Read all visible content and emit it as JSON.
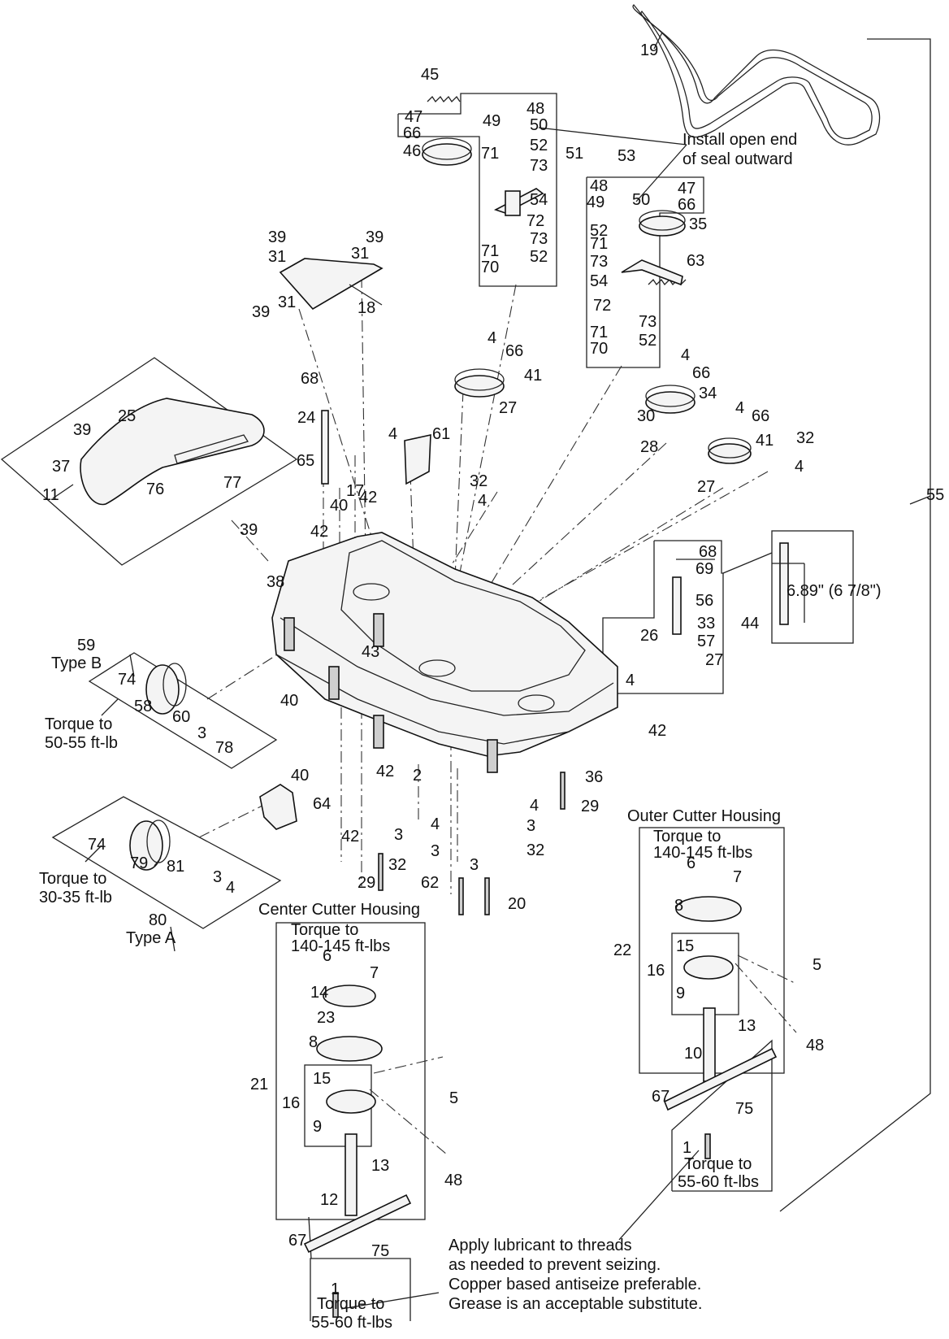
{
  "diagram": {
    "callouts": {
      "c19": "19",
      "c45": "45",
      "c48a": "48",
      "c47a": "47",
      "c49a": "49",
      "c50a": "50",
      "c66a": "66",
      "c71a": "71",
      "c52a": "52",
      "c46": "46",
      "c73a": "73",
      "c51": "51",
      "c54a": "54",
      "c72a": "72",
      "c73b": "73",
      "c71b": "71",
      "c52b": "52",
      "c70a": "70",
      "c53": "53",
      "c48b": "48",
      "c47b": "47",
      "c49b": "49",
      "c50b": "50",
      "c66b": "66",
      "c35": "35",
      "c52c": "52",
      "c71c": "71",
      "c73c": "73",
      "c63": "63",
      "c54b": "54",
      "c72b": "72",
      "c73d": "73",
      "c71d": "71",
      "c52d": "52",
      "c70b": "70",
      "c39a": "39",
      "c39b": "39",
      "c31a": "31",
      "c31b": "31",
      "c31c": "31",
      "c39c": "39",
      "c18": "18",
      "c4a": "4",
      "c66c": "66",
      "c41a": "41",
      "c27a": "27",
      "c4b": "4",
      "c66d": "66",
      "c34": "34",
      "c30": "30",
      "c28": "28",
      "c4c": "4",
      "c66e": "66",
      "c41b": "41",
      "c32a": "32",
      "c4d": "4",
      "c27b": "27",
      "c68a": "68",
      "c24": "24",
      "c65": "65",
      "c25": "25",
      "c39d": "39",
      "c37": "37",
      "c77": "77",
      "c76": "76",
      "c11": "11",
      "c39e": "39",
      "c4e": "4",
      "c61": "61",
      "c42a": "42",
      "c32b": "32",
      "c4f": "4",
      "c17": "17",
      "c40a": "40",
      "c42b": "42",
      "c38": "38",
      "c55": "55",
      "c68b": "68",
      "c69": "69",
      "c56": "56",
      "c33": "33",
      "c26": "26",
      "c57": "57",
      "c44": "44",
      "c27c": "27",
      "c4g": "4",
      "c43": "43",
      "c59": "59",
      "c74a": "74",
      "c58": "58",
      "c60": "60",
      "c40b": "40",
      "c3a": "3",
      "c78": "78",
      "c42c": "42",
      "c40c": "40",
      "c42d": "42",
      "c2": "2",
      "c36": "36",
      "c64": "64",
      "c42e": "42",
      "c4h": "4",
      "c29a": "29",
      "c4i": "4",
      "c3b": "3",
      "c32c": "32",
      "c3c": "3",
      "c32d": "32",
      "c3d": "3",
      "c3e": "3",
      "c29b": "29",
      "c62": "62",
      "c20": "20",
      "c74b": "74",
      "c79": "79",
      "c81": "81",
      "c3f": "3",
      "c4j": "4",
      "c80": "80",
      "c6a": "6",
      "c7a": "7",
      "c14": "14",
      "c23": "23",
      "c8a": "8",
      "c21": "21",
      "c15a": "15",
      "c16a": "16",
      "c9a": "9",
      "c5a": "5",
      "c13a": "13",
      "c48c": "48",
      "c12": "12",
      "c67a": "67",
      "c75a": "75",
      "c1a": "1",
      "c6b": "6",
      "c7b": "7",
      "c8b": "8",
      "c22": "22",
      "c15b": "15",
      "c16b": "16",
      "c9b": "9",
      "c5b": "5",
      "c13b": "13",
      "c48d": "48",
      "c10": "10",
      "c67b": "67",
      "c75b": "75",
      "c1b": "1"
    },
    "notes": {
      "seal_line1": "Install open end",
      "seal_line2": "of seal outward",
      "type_b": "Type B",
      "torque_caster_b_1": "Torque to",
      "torque_caster_b_2": "50-55 ft-lb",
      "torque_caster_a_1": "Torque to",
      "torque_caster_a_2": "30-35 ft-lb",
      "type_a": "Type A",
      "dimension": "6.89\" (6 7/8\")",
      "center_housing": "Center Cutter Housing",
      "center_torque_1": "Torque to",
      "center_torque_2": "140-145 ft-lbs",
      "outer_housing": "Outer Cutter Housing",
      "outer_torque_1": "Torque to",
      "outer_torque_2": "140-145 ft-lbs",
      "blade_torque_center_1": "Torque to",
      "blade_torque_center_2": "55-60 ft-lbs",
      "blade_torque_outer_1": "Torque to",
      "blade_torque_outer_2": "55-60 ft-lbs",
      "lube_1": "Apply lubricant to threads",
      "lube_2": "as needed to prevent seizing.",
      "lube_3": "Copper based antiseize preferable.",
      "lube_4": "Grease is an acceptable substitute."
    }
  }
}
